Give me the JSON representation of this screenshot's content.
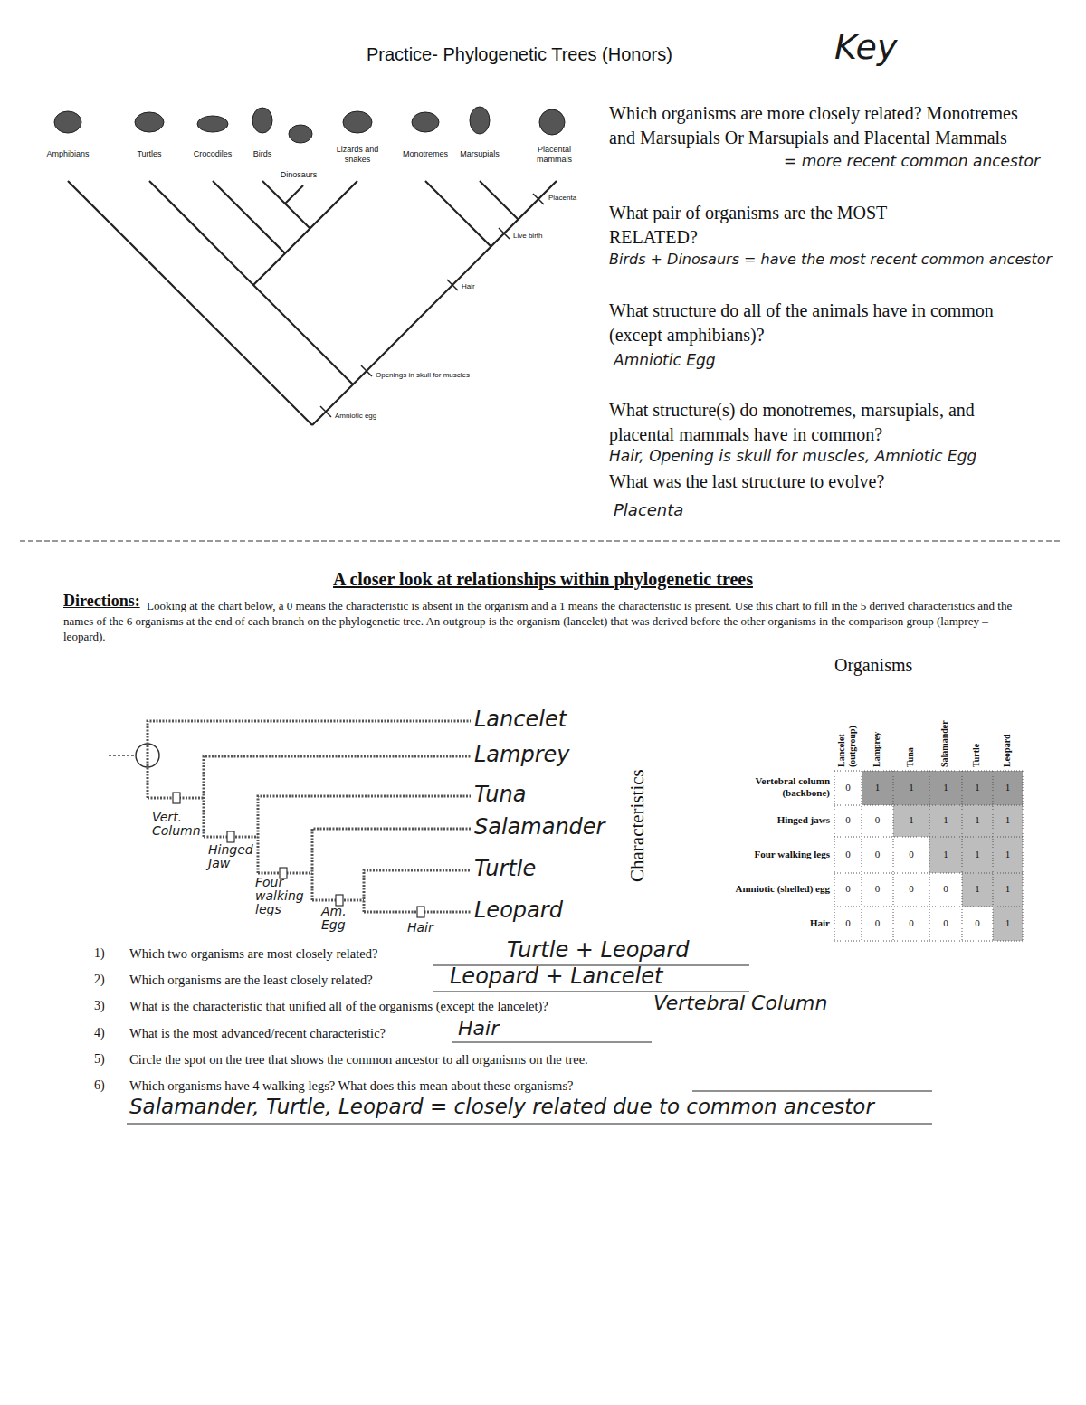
{
  "diagram": {
    "title": "Practice- Phylogenetic Trees (Honors)",
    "labels": [
      "Key",
      "Amphibians",
      "Turtles",
      "Crocodiles",
      "Birds",
      "Dinosaurs",
      "Lizards and snakes",
      "Monotremes",
      "Marsupials",
      "Placental mammals",
      "Placenta",
      "Live birth",
      "Hair",
      "Openings in skull for muscles",
      "Amniotic egg",
      "Which organisms are more closely related? Monotremes and Marsupials Or Marsupials and Placental Mammals",
      "= more recent common ancestor",
      "What pair of organisms are the MOST RELATED?",
      "Birds + Dinosaurs = have the most recent common ancestor",
      "What structure do all of the animals have in common (except amphibians)?",
      "Amniotic Egg",
      "What structure(s) do monotremes, marsupials, and placental mammals have in common?",
      "Hair, Opening is skull for muscles, Amniotic Egg",
      "What was the last structure to evolve?",
      "Placenta",
      "A closer look at relationships within phylogenetic trees",
      "Directions:",
      "Looking at the chart below, a 0 means the characteristic is absent in the organism and a 1 means the characteristic is present. Use this chart to fill in the 5 derived characteristics and the names of the 6 organisms at the end of each branch on the phylogenetic tree. An outgroup is the organism (lancelet) that was derived before the other organisms in the comparison group (lamprey – leopard).",
      "Organisms",
      "Characteristics",
      "Lancelet (outgroup)",
      "Lamprey",
      "Tuna",
      "Salamander",
      "Turtle",
      "Leopard",
      "Vertebral column (backbone)",
      "Hinged jaws",
      "Four walking legs",
      "Amniotic (shelled) egg",
      "Hair",
      "0",
      "1",
      "1",
      "1",
      "1",
      "1",
      "0",
      "0",
      "1",
      "1",
      "1",
      "1",
      "0",
      "0",
      "0",
      "1",
      "1",
      "1",
      "0",
      "0",
      "0",
      "0",
      "1",
      "1",
      "0",
      "0",
      "0",
      "0",
      "0",
      "1",
      "Lancelet",
      "Lamprey",
      "Tuna",
      "Salamander",
      "Turtle",
      "Leopard",
      "Vert. Column",
      "Hinged Jaw",
      "Four walking legs",
      "Am. Egg",
      "Hair",
      "1)",
      "2)",
      "3)",
      "4)",
      "5)",
      "6)",
      "Which two organisms are most closely related?",
      "Which organisms are the least closely related?",
      "What is the characteristic that unified all of the organisms (except the lancelet)?",
      "What is the most advanced/recent characteristic?",
      "Circle the spot on the tree that shows the common ancestor to all organisms on the tree.",
      "Which organisms have 4 walking legs? What does this mean about these organisms?",
      "Turtle + Leopard",
      "Leopard + Lancelet",
      "Vertebral Column",
      "Hair",
      "Salamander, Turtle, Leopard = closely related due to common ancestor"
    ]
  }
}
